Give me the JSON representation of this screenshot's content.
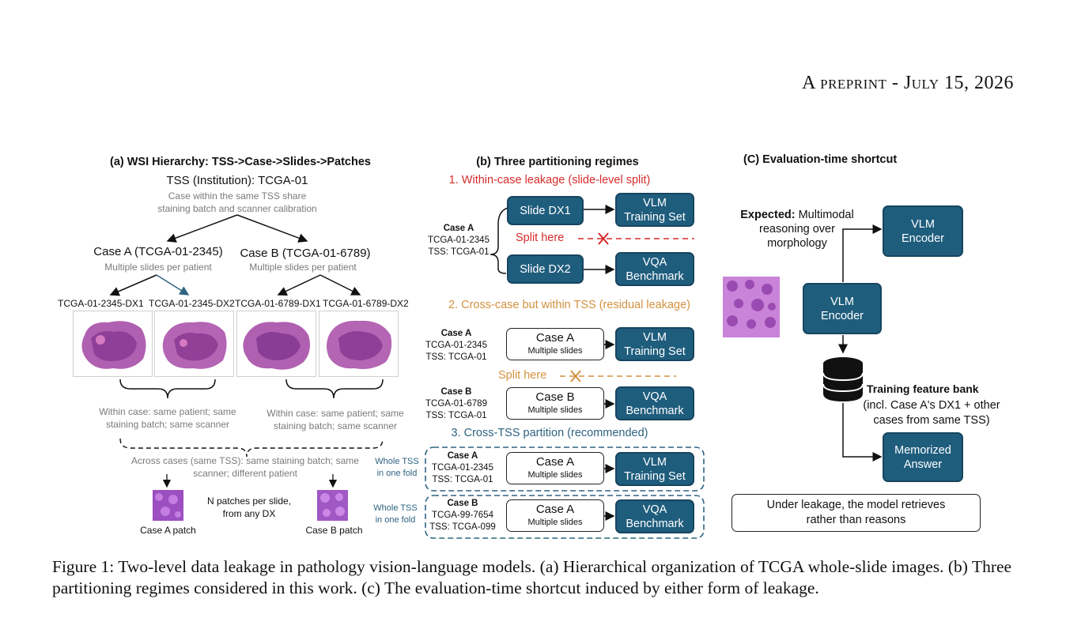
{
  "header": {
    "prefix": "A",
    "word1": "preprint",
    "dash": "-",
    "month_initial": "J",
    "month_rest": "uly",
    "date_rest": "15, 2026"
  },
  "panel_a": {
    "title": "(a) WSI Hierarchy: TSS->Case->Slides->Patches",
    "tss": "TSS (Institution): TCGA-01",
    "tss_note_1": "Case within the same TSS share",
    "tss_note_2": "staining batch and scanner calibration",
    "case_a": "Case A (TCGA-01-2345)",
    "case_b": "Case B (TCGA-01-6789)",
    "multi_note": "Multiple slides per patient",
    "slides": [
      "TCGA-01-2345-DX1",
      "TCGA-01-2345-DX2",
      "TCGA-01-6789-DX1",
      "TCGA-01-6789-DX2"
    ],
    "within_1": "Within case: same patient; same",
    "within_2": "staining batch; same scanner",
    "across_1": "Across cases (same TSS): same staining batch; same",
    "across_2": "scanner; different patient",
    "patches_1": "N patches per slide,",
    "patches_2": "from any DX",
    "patch_a": "Case A patch",
    "patch_b": "Case B patch"
  },
  "panel_b": {
    "title": "(b) Three partitioning regimes",
    "r1": "1. Within-case leakage (slide-level split)",
    "r2": "2. Cross-case but within TSS  (residual leakage)",
    "r3": "3. Cross-TSS partition (recommended)",
    "case_a": "Case A",
    "case_b": "Case B",
    "id_a": "TCGA-01-2345",
    "id_b": "TCGA-01-6789",
    "id_b3": "TCGA-99-7654",
    "tss_01": "TSS: TCGA-01",
    "tss_099": "TSS: TCGA-099",
    "slide_dx1": "Slide DX1",
    "slide_dx2": "Slide DX2",
    "split_here": "Split here",
    "vlm_1": "VLM",
    "vlm_2": "Training Set",
    "vqa_1": "VQA",
    "vqa_2": "Benchmark",
    "box_case_a": "Case A",
    "box_case_b": "Case B",
    "box_multi": "Multiple slides",
    "whole_1": "Whole TSS",
    "whole_2": "in one fold"
  },
  "panel_c": {
    "title": "(C) Evaluation-time shortcut",
    "expected_bold": "Expected:",
    "expected_1": " Multimodal",
    "expected_2": "reasoning over",
    "expected_3": "morphology",
    "enc_1": "VLM",
    "enc_2": "Encoder",
    "bank_title": "Training feature bank",
    "bank_1": "(incl. Case A's DX1 + other",
    "bank_2": "cases from same TSS)",
    "mem_1": "Memorized",
    "mem_2": "Answer",
    "leak_1": "Under leakage, the model retrieves",
    "leak_2": "rather than reasons"
  },
  "caption": {
    "text": "Figure 1: Two-level data leakage in pathology vision-language models. (a) Hierarchical organization of TCGA whole-slide images. (b) Three partitioning regimes considered in this work. (c) The evaluation-time shortcut induced by either form of leakage."
  },
  "colors": {
    "box_fill": "#1f5d7d",
    "red": "#d62b2b",
    "orange": "#d3913f",
    "teal": "#2e6381"
  }
}
